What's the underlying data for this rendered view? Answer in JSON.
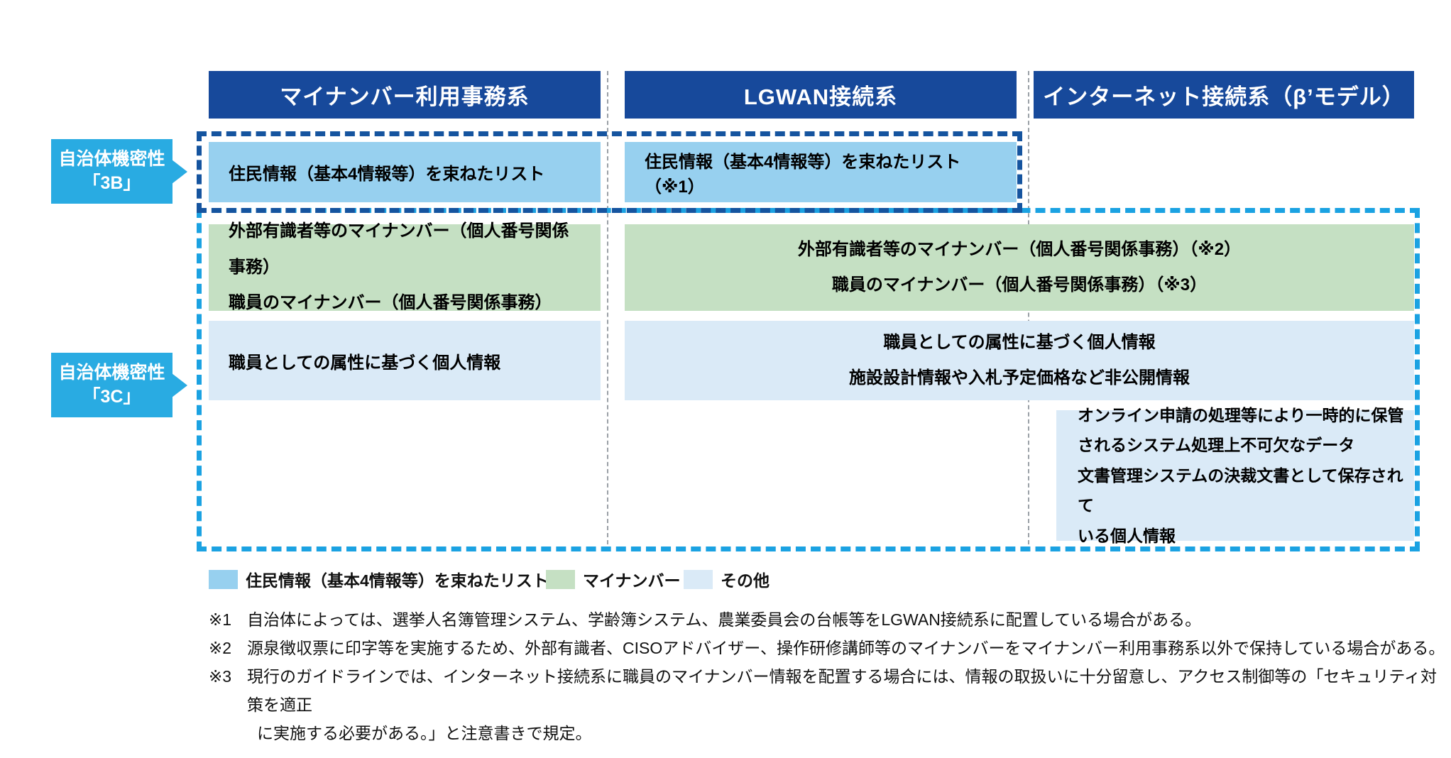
{
  "headers": [
    "マイナンバー利用事務系",
    "LGWAN接続系",
    "インターネット接続系（β’モデル）"
  ],
  "tags": {
    "tag_3b": {
      "title": "自治体機密性",
      "level": "「3B」"
    },
    "tag_3c": {
      "title": "自治体機密性",
      "level": "「3C」"
    }
  },
  "boxes": {
    "resident_list_col1": "住民情報（基本4情報等）を束ねたリスト",
    "resident_list_col2": "住民情報（基本4情報等）を束ねたリスト（※1）",
    "mynumber_col1": [
      "外部有識者等のマイナンバー（個人番号関係 事務）",
      "職員のマイナンバー（個人番号関係事務）"
    ],
    "mynumber_wide": [
      "外部有識者等のマイナンバー（個人番号関係事務）（※2）",
      "職員のマイナンバー（個人番号関係事務）（※3）"
    ],
    "other_col1": "職員としての属性に基づく個人情報",
    "other_wide": [
      "職員としての属性に基づく個人情報",
      "施設設計情報や入札予定価格など非公開情報"
    ],
    "other_col3": [
      "オンライン申請の処理等により一時的に保管",
      "されるシステム処理上不可欠なデータ",
      "文書管理システムの決裁文書として保存されて",
      "いる個人情報"
    ]
  },
  "legend": [
    {
      "color": "#97D0EF",
      "label": "住民情報（基本4情報等）を束ねたリスト"
    },
    {
      "color": "#C5E0C3",
      "label": "マイナンバー"
    },
    {
      "color": "#DAEAF7",
      "label": "その他"
    }
  ],
  "footnotes": [
    {
      "marker": "※1",
      "text": "自治体によっては、選挙人名簿管理システム、学齢簿システム、農業委員会の台帳等をLGWAN接続系に配置している場合がある。"
    },
    {
      "marker": "※2",
      "text": "源泉徴収票に印字等を実施するため、外部有識者、CISOアドバイザー、操作研修講師等のマイナンバーをマイナンバー利用事務系以外で保持している場合がある。"
    },
    {
      "marker": "※3",
      "text": "現行のガイドラインでは、インターネット接続系に職員のマイナンバー情報を配置する場合には、情報の取扱いに十分留意し、アクセス制御等の「セキュリティ対策を適正",
      "text2": "に実施する必要がある。」と注意書きで規定。"
    }
  ],
  "colors": {
    "header_blue": "#17499B",
    "tag_cyan": "#29ABE2",
    "box_blue": "#97D0EF",
    "box_green": "#C5E0C3",
    "box_pale": "#DAEAF7",
    "dash_3b": "#15549F",
    "dash_3c": "#1BA2E2",
    "separator_gray": "#9AA0A6"
  }
}
